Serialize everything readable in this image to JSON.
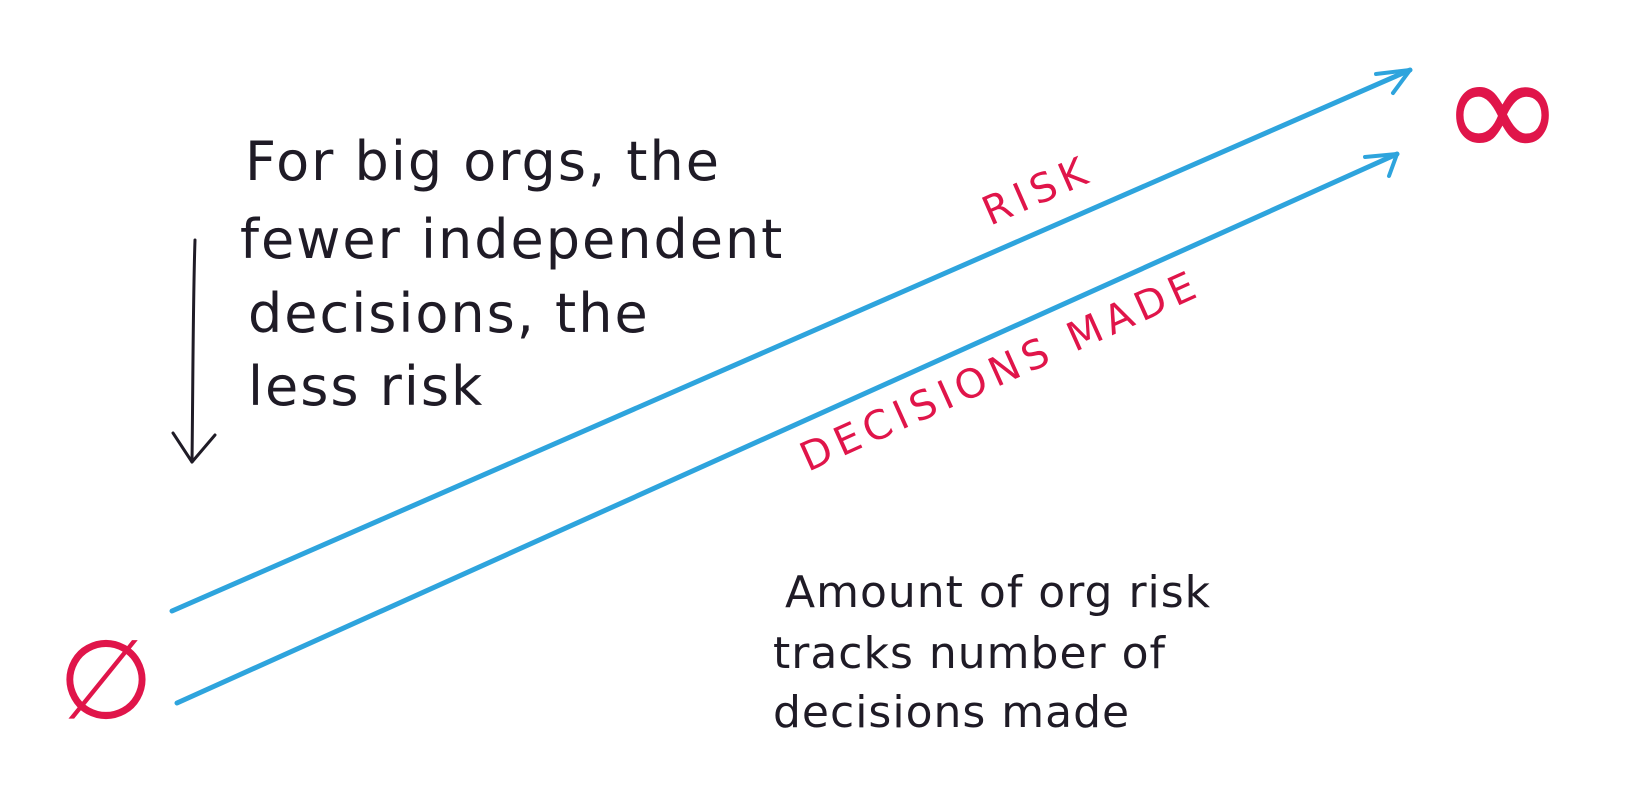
{
  "colors": {
    "line": "#2ea4dd",
    "accent": "#e0154a",
    "ink": "#1f1b26"
  },
  "note_top": {
    "lines": [
      "For big orgs, the",
      "fewer independent",
      "decisions, the",
      "less risk"
    ]
  },
  "labels": {
    "risk": "RISK",
    "decisions": "DECISIONS MADE"
  },
  "symbols": {
    "empty_set": "∅",
    "infinity": "∞"
  },
  "note_bottom": {
    "lines": [
      "Amount of org risk",
      "tracks number of",
      "decisions made"
    ]
  }
}
